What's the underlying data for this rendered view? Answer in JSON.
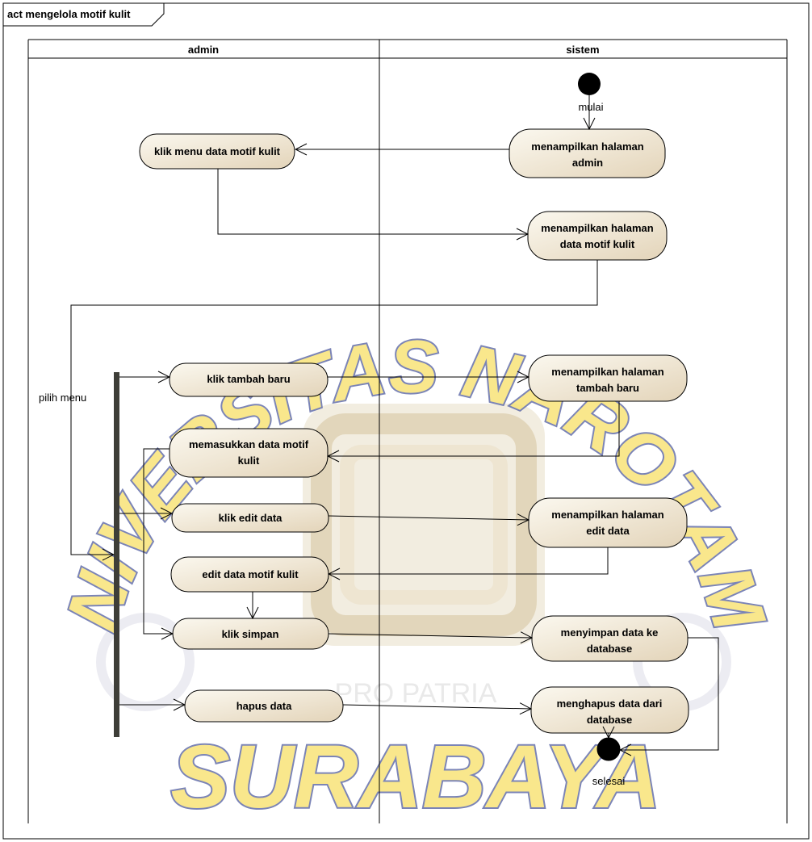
{
  "frame": {
    "title": "act mengelola motif kulit"
  },
  "watermark": {
    "text_top": "UNIVERSITAS NAROTAMA",
    "text_bottom": "SURABAYA",
    "motto": "PRO PATRIA",
    "colors": {
      "yellow": "#f5d94a",
      "blue": "#2f3f8f",
      "cream": "#efe6d2"
    }
  },
  "lanes": [
    {
      "name": "admin"
    },
    {
      "name": "sistem"
    }
  ],
  "nodes": {
    "start_label": "mulai",
    "end_label": "selesai",
    "fork_label": "pilih menu",
    "actions": {
      "klik_menu_data_motif_kulit": [
        "klik menu data motif kulit"
      ],
      "menampilkan_halaman_admin": [
        "menampilkan halaman",
        "admin"
      ],
      "menampilkan_halaman_data_motif_kulit": [
        "menampilkan halaman",
        "data motif kulit"
      ],
      "klik_tambah_baru": [
        "klik tambah baru"
      ],
      "menampilkan_halaman_tambah_baru": [
        "menampilkan halaman",
        "tambah baru"
      ],
      "memasukkan_data_motif_kulit": [
        "memasukkan data motif",
        "kulit"
      ],
      "klik_edit_data": [
        "klik edit data"
      ],
      "menampilkan_halaman_edit_data": [
        "menampilkan halaman",
        "edit data"
      ],
      "edit_data_motif_kulit": [
        "edit data motif kulit"
      ],
      "klik_simpan": [
        "klik simpan"
      ],
      "menyimpan_data_ke_database": [
        "menyimpan data ke",
        "database"
      ],
      "hapus_data": [
        "hapus data"
      ],
      "menghapus_data_dari_database": [
        "menghapus data dari",
        "database"
      ]
    }
  },
  "colors": {
    "action_fill_light": "#fbf8ef",
    "action_fill_dark": "#e3d4b9",
    "line": "#000000",
    "fork_bar": "#3e3e38"
  }
}
